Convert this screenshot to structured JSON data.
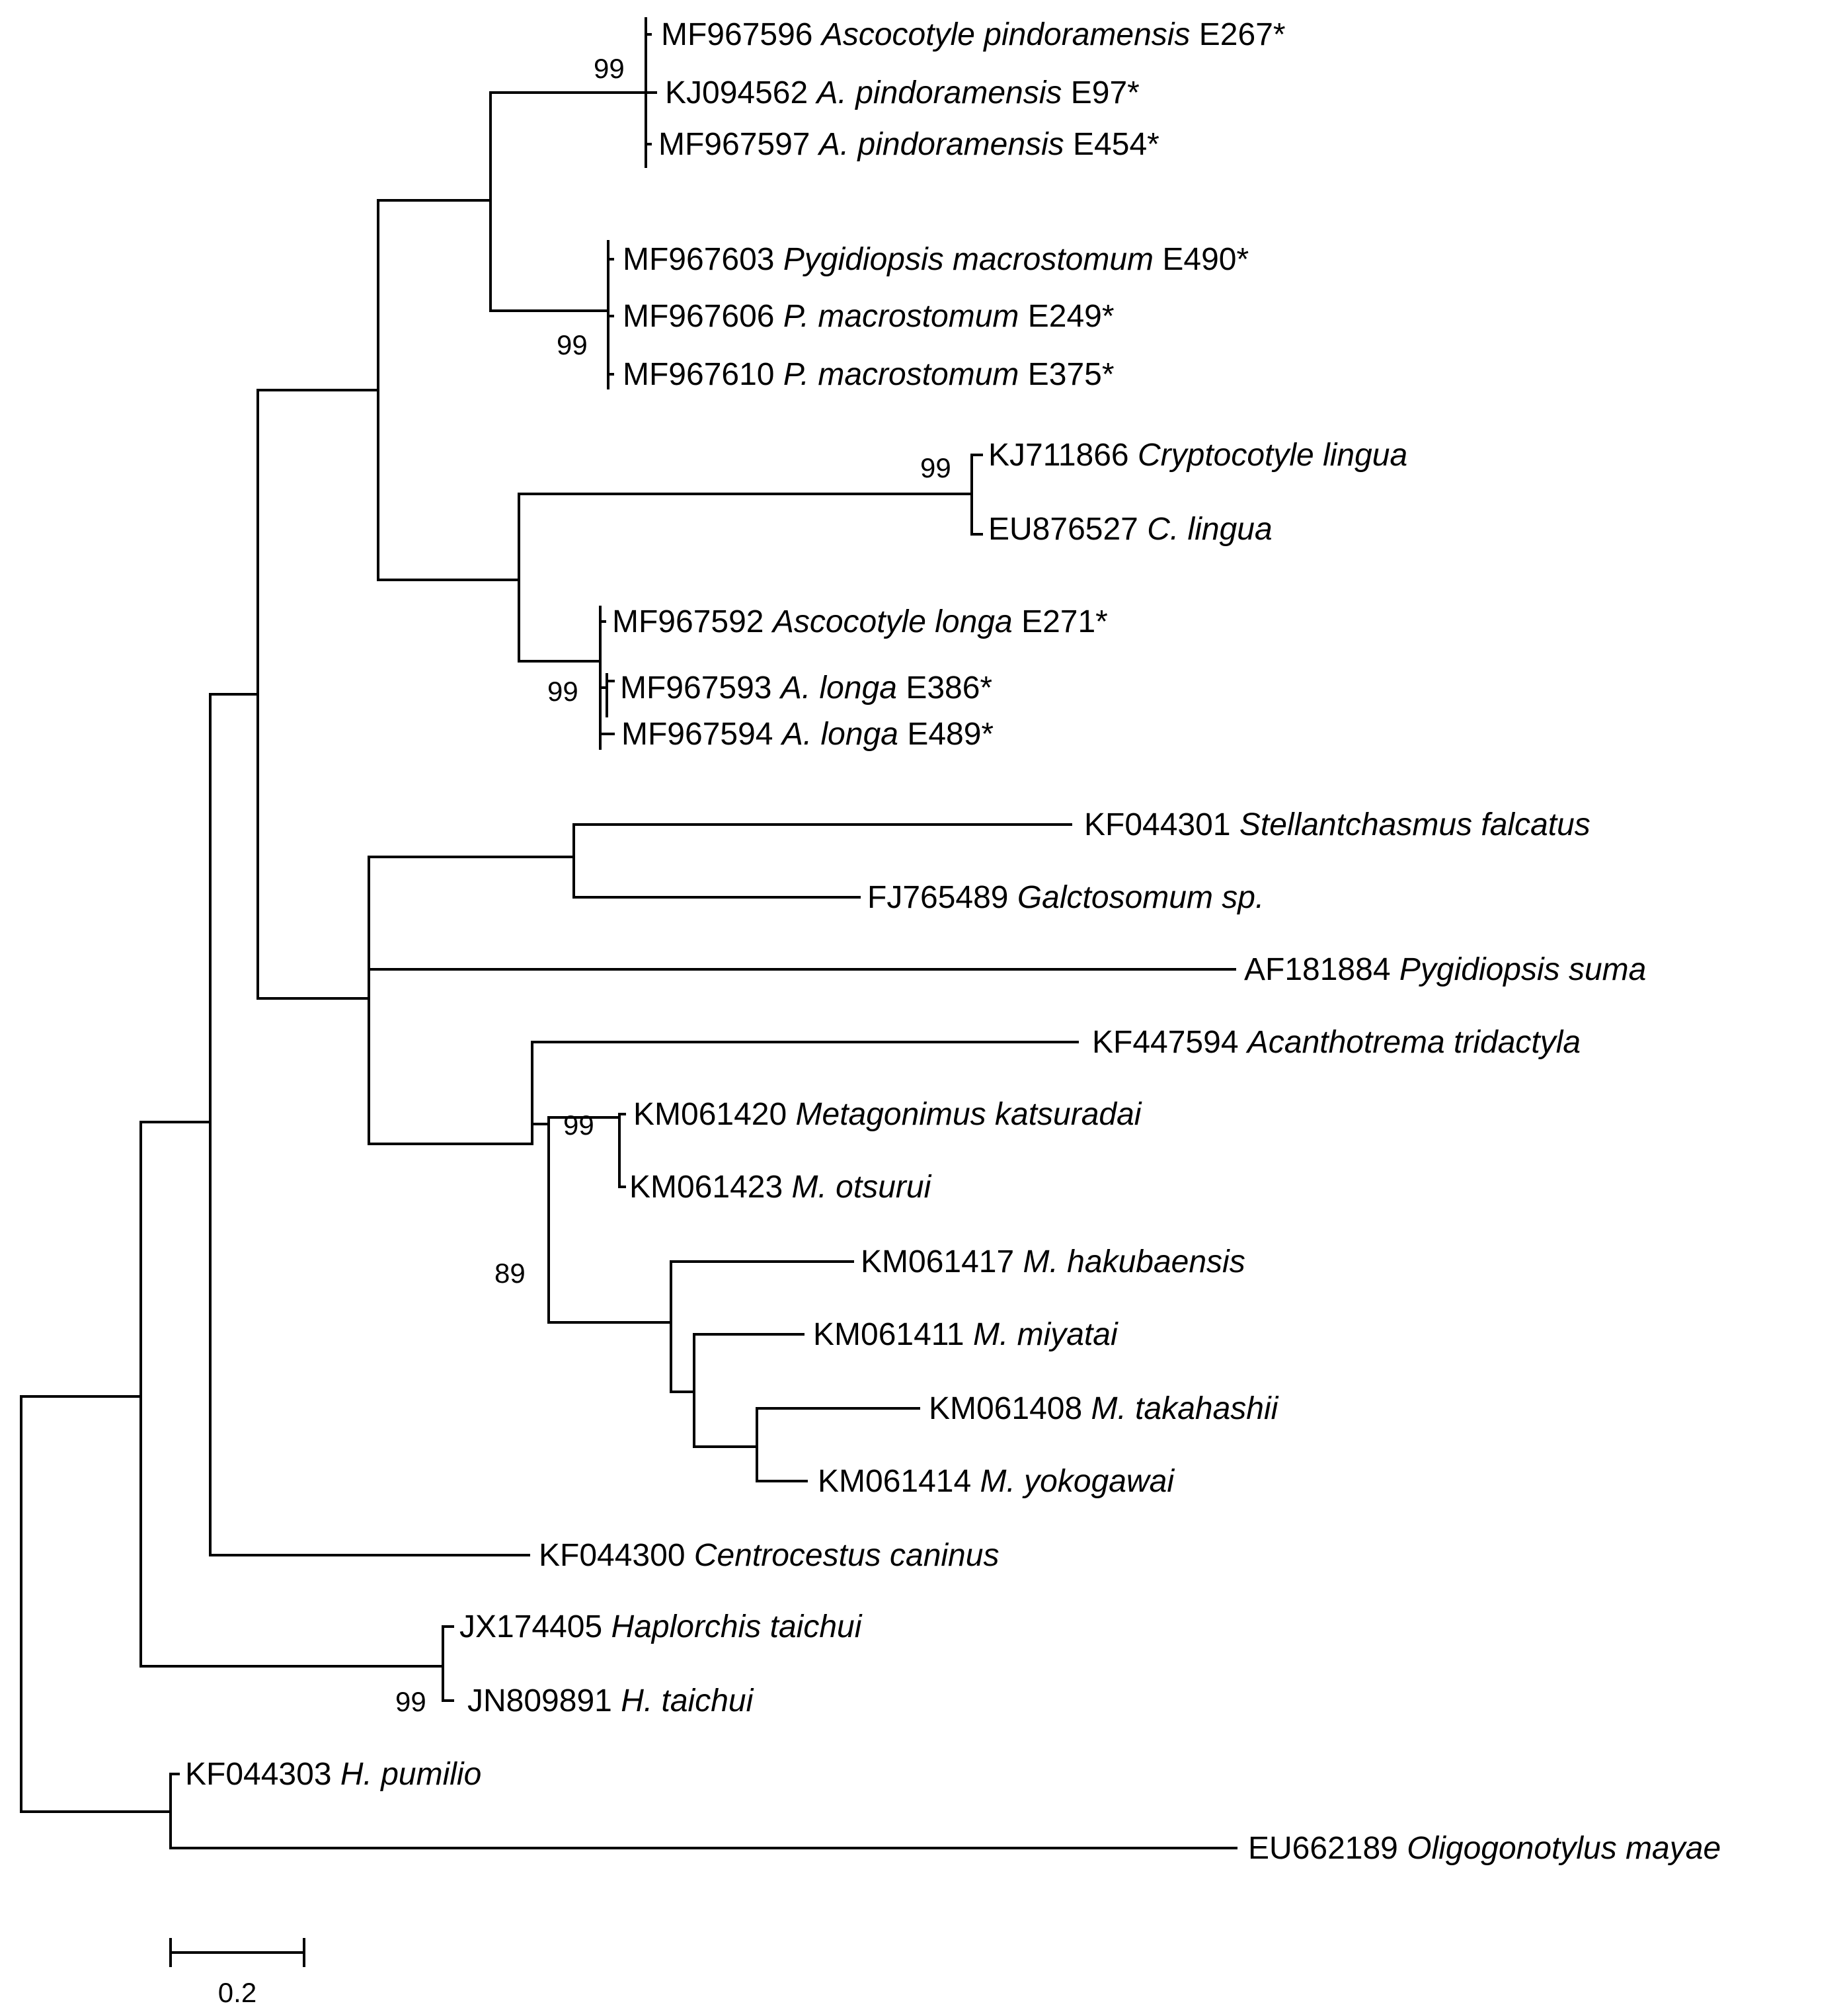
{
  "tree": {
    "tips": [
      {
        "accession": "MF967596",
        "taxon": "Ascocotyle pindoramensis",
        "suffix": "E267*"
      },
      {
        "accession": "KJ094562",
        "taxon": "A. pindoramensis",
        "suffix": "E97*"
      },
      {
        "accession": "MF967597",
        "taxon": "A. pindoramensis",
        "suffix": "E454*"
      },
      {
        "accession": "MF967603",
        "taxon": "Pygidiopsis macrostomum",
        "suffix": "E490*"
      },
      {
        "accession": "MF967606",
        "taxon": "P. macrostomum",
        "suffix": "E249*"
      },
      {
        "accession": "MF967610",
        "taxon": "P. macrostomum",
        "suffix": "E375*"
      },
      {
        "accession": "KJ711866",
        "taxon": "Cryptocotyle lingua",
        "suffix": ""
      },
      {
        "accession": "EU876527",
        "taxon": "C. lingua",
        "suffix": ""
      },
      {
        "accession": "MF967592",
        "taxon": "Ascocotyle longa",
        "suffix": "E271*"
      },
      {
        "accession": "MF967593",
        "taxon": "A. longa",
        "suffix": "E386*"
      },
      {
        "accession": "MF967594",
        "taxon": "A. longa",
        "suffix": "E489*"
      },
      {
        "accession": "KF044301",
        "taxon": "Stellantchasmus falcatus",
        "suffix": ""
      },
      {
        "accession": "FJ765489",
        "taxon": "Galctosomum sp.",
        "suffix": ""
      },
      {
        "accession": "AF181884",
        "taxon": "Pygidiopsis suma",
        "suffix": ""
      },
      {
        "accession": "KF447594",
        "taxon": "Acanthotrema tridactyla",
        "suffix": ""
      },
      {
        "accession": "KM061420",
        "taxon": "Metagonimus  katsuradai",
        "suffix": ""
      },
      {
        "accession": "KM061423",
        "taxon": "M. otsurui",
        "suffix": ""
      },
      {
        "accession": "KM061417",
        "taxon": "M. hakubaensis",
        "suffix": ""
      },
      {
        "accession": "KM061411",
        "taxon": "M. miyatai",
        "suffix": ""
      },
      {
        "accession": "KM061408",
        "taxon": "M.  takahashii",
        "suffix": ""
      },
      {
        "accession": "KM061414",
        "taxon": "M. yokogawai",
        "suffix": ""
      },
      {
        "accession": "KF044300",
        "taxon": "Centrocestus caninus",
        "suffix": ""
      },
      {
        "accession": "JX174405",
        "taxon": "Haplorchis taichui",
        "suffix": ""
      },
      {
        "accession": "JN809891",
        "taxon": "H. taichui",
        "suffix": ""
      },
      {
        "accession": "KF044303",
        "taxon": "H. pumilio",
        "suffix": ""
      },
      {
        "accession": "EU662189",
        "taxon": "Oligogonotylus mayae",
        "suffix": ""
      }
    ],
    "support_values": [
      "99",
      "99",
      "99",
      "99",
      "99",
      "89",
      "99"
    ],
    "scale_bar": {
      "value": "0.2"
    }
  }
}
